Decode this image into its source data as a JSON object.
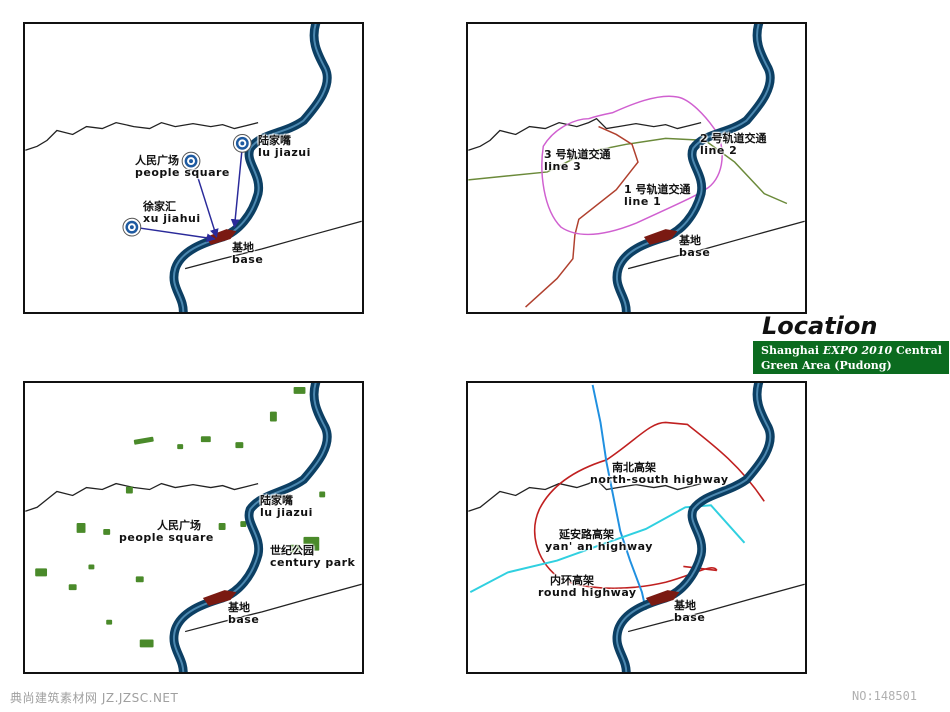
{
  "panels": {
    "p1": {
      "people_square_zh": "人民广场",
      "people_square_en": "people square",
      "lujiazui_zh": "陆家嘴",
      "lujiazui_en": "lu jiazui",
      "xujiahui_zh": "徐家汇",
      "xujiahui_en": "xu jiahui",
      "base_zh": "基地",
      "base_en": "base"
    },
    "p2": {
      "line3_zh": "3 号轨道交通",
      "line3_en": "line 3",
      "line2_zh": "2 号轨道交通",
      "line2_en": "line 2",
      "line1_zh": "1 号轨道交通",
      "line1_en": "line 1",
      "base_zh": "基地",
      "base_en": "base"
    },
    "p3": {
      "lujiazui_zh": "陆家嘴",
      "lujiazui_en": "lu jiazui",
      "people_square_zh": "人民广场",
      "people_square_en": "people square",
      "century_park_zh": "世纪公园",
      "century_park_en": "century park",
      "base_zh": "基地",
      "base_en": "base"
    },
    "p4": {
      "north_south_zh": "南北高架",
      "north_south_en": "north-south highway",
      "yanan_zh": "延安路高架",
      "yanan_en": "yan' an highway",
      "round_zh": "内环高架",
      "round_en": "round highway",
      "base_zh": "基地",
      "base_en": "base"
    }
  },
  "legend": {
    "title": "Location",
    "line1_a": "Shanghai ",
    "line1_b": "EXPO 2010",
    "line1_c": " Central",
    "line2": "Green Area (Pudong)"
  },
  "footer": {
    "left": "典尚建筑素材网 JZ.JZSC.NET",
    "right": "NO:148501"
  },
  "colors": {
    "river": "#0c3f63",
    "base": "#7a1a12",
    "line1": "#b0402e",
    "line2": "#6b8a3a",
    "line3": "#d060d0",
    "highway_red": "#c02020",
    "highway_blue": "#2090e0",
    "highway_cyan": "#30d0e0",
    "green_patch": "#4a8a2a",
    "legend_bg": "#0b6b1f"
  }
}
